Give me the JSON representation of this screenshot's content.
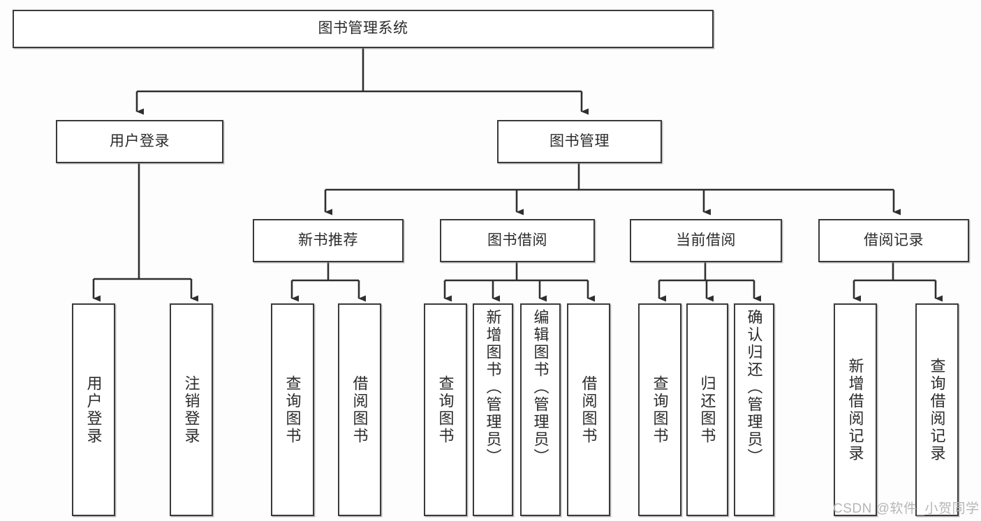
{
  "diagram": {
    "type": "tree",
    "title": "图书管理系统",
    "root": {
      "label": "图书管理系统"
    },
    "level2": [
      {
        "label": "用户登录"
      },
      {
        "label": "图书管理"
      }
    ],
    "level3": [
      {
        "label": "新书推荐"
      },
      {
        "label": "图书借阅"
      },
      {
        "label": "当前借阅"
      },
      {
        "label": "借阅记录"
      }
    ],
    "leaves": [
      {
        "label": "用户登录"
      },
      {
        "label": "注销登录"
      },
      {
        "label": "查询图书"
      },
      {
        "label": "借阅图书"
      },
      {
        "label": "查询图书"
      },
      {
        "label": "新增图书（管理员）"
      },
      {
        "label": "编辑图书（管理员）"
      },
      {
        "label": "借阅图书"
      },
      {
        "label": "查询图书"
      },
      {
        "label": "归还图书"
      },
      {
        "label": "确认归还（管理员）"
      },
      {
        "label": "新增借阅记录"
      },
      {
        "label": "查询借阅记录"
      }
    ]
  },
  "watermark": {
    "text": "CSDN @软件_小贺同学"
  },
  "colors": {
    "border": "#3a3a3a",
    "text": "#2b2b2b",
    "background": "#fdfdfd",
    "watermark": "#b6b6b6"
  }
}
